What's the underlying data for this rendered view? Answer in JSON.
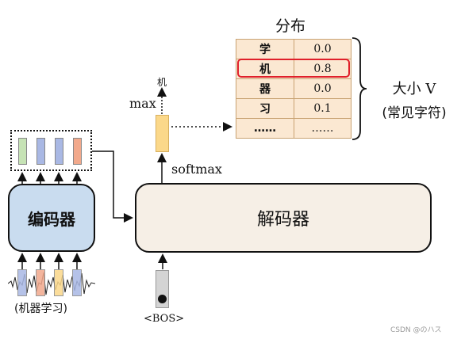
{
  "encoder": {
    "label": "编码器",
    "input_caption": "(机器学习)"
  },
  "decoder": {
    "label": "解码器",
    "start_token": "<BOS>",
    "softmax_label": "softmax",
    "max_label": "max",
    "output_token": "机"
  },
  "distribution": {
    "title": "分布",
    "rows": [
      {
        "token": "学",
        "prob": "0.0"
      },
      {
        "token": "机",
        "prob": "0.8"
      },
      {
        "token": "器",
        "prob": "0.0"
      },
      {
        "token": "习",
        "prob": "0.1"
      },
      {
        "token": "……",
        "prob": "……"
      }
    ],
    "highlight_index": 1,
    "size_label_line1": "大小 V",
    "size_label_line2": "(常见字符)"
  },
  "watermark": "CSDN @のハス",
  "colors": {
    "encoder_fill": "#c9dcef",
    "decoder_fill": "#f6efe6",
    "table_fill": "#fbe8d2",
    "highlight": "#e0202a",
    "bar_green": "#c6e3b5",
    "bar_blue": "#a9b8e4",
    "bar_salmon": "#f2a98c",
    "bar_yellow": "#fbd88a"
  }
}
